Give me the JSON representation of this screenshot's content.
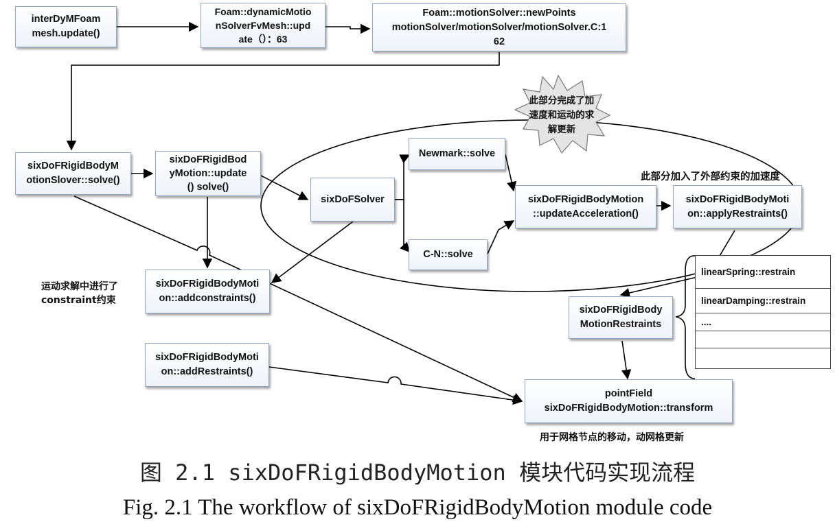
{
  "nodes": {
    "interdymfoam": "interDyMFoam\nmesh.update()",
    "dynamic_motion": "Foam::dynamicMotio\nnSolverFvMesh::upd\nate（）：63",
    "new_points": "Foam::motionSolver::newPoints\nmotionSolver/motionSolver/motionSolver.C:1\n62",
    "motion_solver_solve": "sixDoFRigidBodyM\notionSlover::solve()",
    "motion_update": "sixDoFRigidBod\nyMotion::update\n()   solve()",
    "sixdof_solver": "sixDoFSolver",
    "newmark": "Newmark::solve",
    "cn": "C-N::solve",
    "update_acceleration": "sixDoFRigidBodyMotion\n::updateAcceleration()",
    "apply_restraints": "sixDoFRigidBodyMoti\non::applyRestraints()",
    "add_constraints": "sixDoFRigidBodyMoti\non::addconstraints()",
    "add_restraints": "sixDoFRigidBodyMoti\non::addRestraints()",
    "motion_restraints": "sixDoFRigidBody\nMotionRestraints",
    "transform": "pointField\nsixDoFRigidBodyMotion::transform"
  },
  "restraints_table": [
    "linearSpring::restrain",
    "linearDamping::restrain",
    "....",
    "",
    ""
  ],
  "notes": {
    "burst": "此部分完成了加\n速度和运动的求\n解更新",
    "external_restraint": "此部分加入了外部约束的加速度",
    "constraint": "运动求解中进行了\nconstraint约束",
    "mesh_update": "用于网格节点的移动，动网格更新"
  },
  "caption": {
    "cn": "图 2.1  sixDoFRigidBodyMotion 模块代码实现流程",
    "en": "Fig. 2.1 The workflow of sixDoFRigidBodyMotion module code"
  }
}
